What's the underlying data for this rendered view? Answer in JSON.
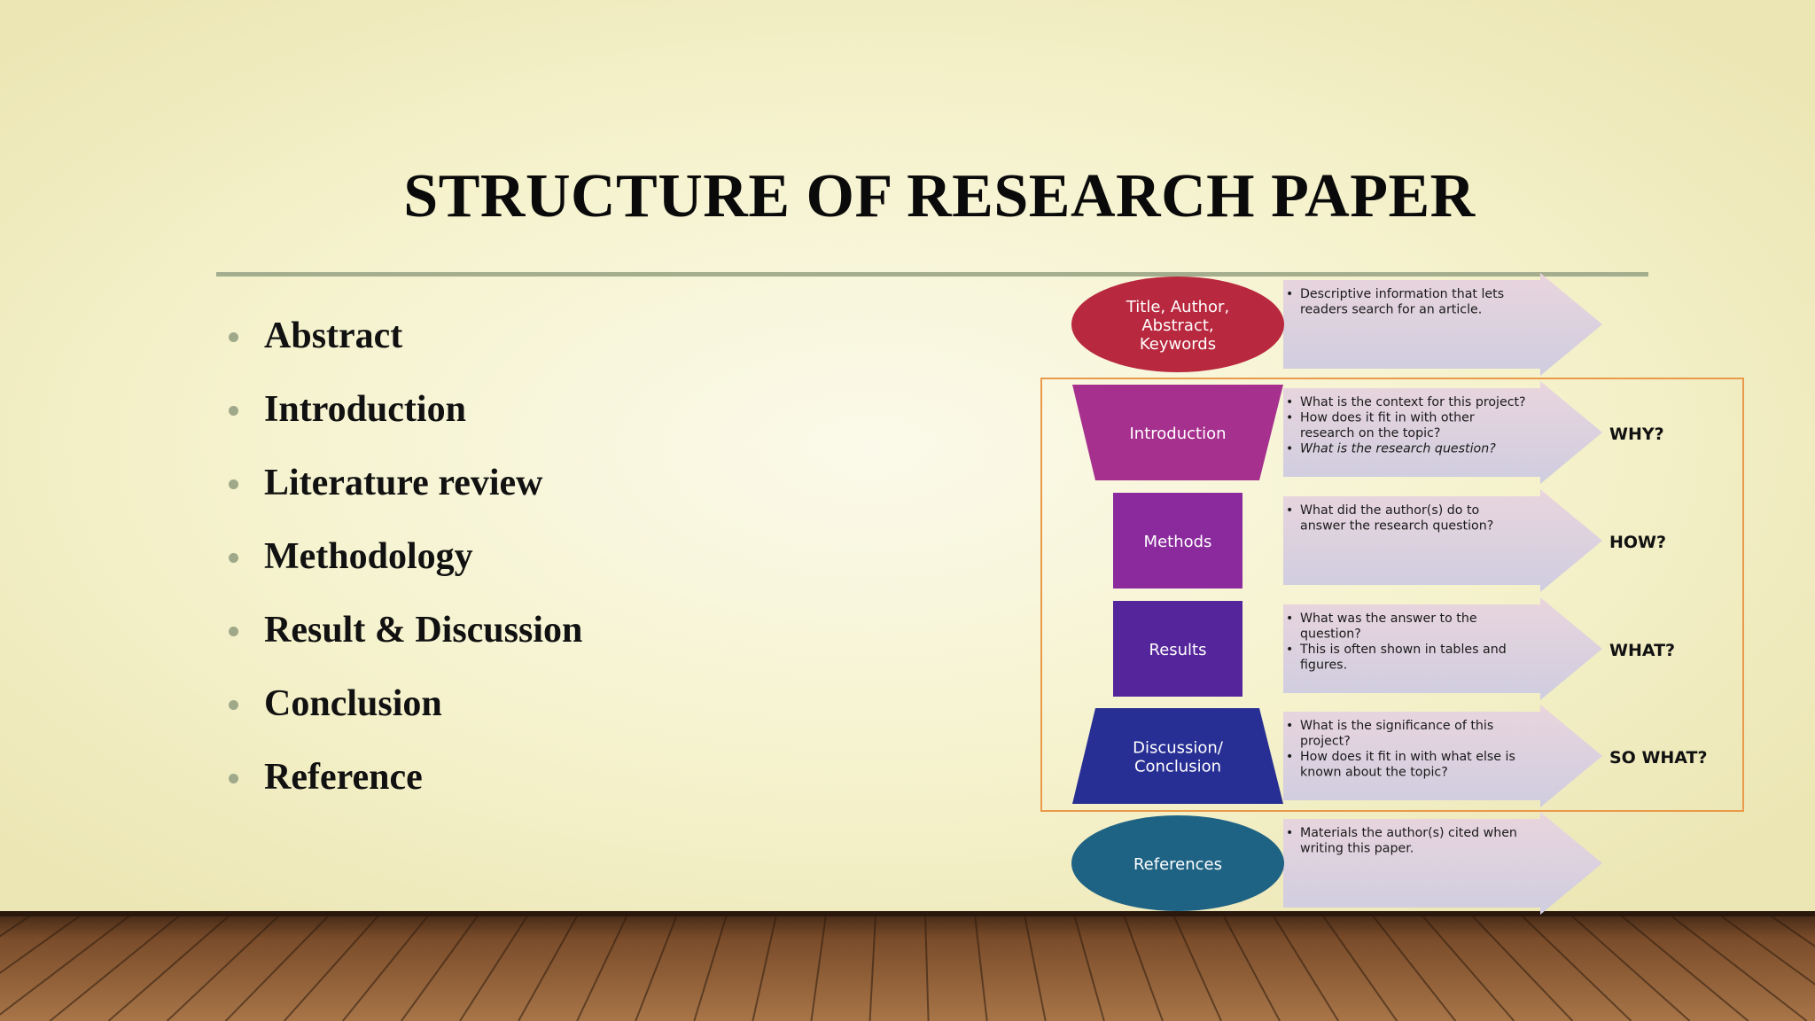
{
  "slide": {
    "title": "STRUCTURE OF RESEARCH PAPER",
    "bullets": [
      "Abstract",
      "Introduction",
      "Literature review",
      "Methodology",
      "Result & Discussion",
      "Conclusion",
      "Reference"
    ]
  },
  "diagram": {
    "sections": [
      {
        "label_lines": [
          "Title, Author,",
          "Abstract,",
          "Keywords"
        ],
        "shape": "ellipse",
        "color": "#b8283e",
        "notes": [
          {
            "lines": [
              "Descriptive information that lets",
              "readers search for an article."
            ],
            "italic": false
          }
        ],
        "question": ""
      },
      {
        "label_lines": [
          "Introduction"
        ],
        "shape": "trapezoid-down",
        "color": "#a6308e",
        "notes": [
          {
            "lines": [
              "What is the context for this project?"
            ],
            "italic": false
          },
          {
            "lines": [
              "How does it fit in with other",
              "research on the topic?"
            ],
            "italic": false
          },
          {
            "lines": [
              "What is the research question?"
            ],
            "italic": true
          }
        ],
        "question": "WHY?"
      },
      {
        "label_lines": [
          "Methods"
        ],
        "shape": "rectangle",
        "color": "#8a2a9d",
        "notes": [
          {
            "lines": [
              "What did the author(s) do to",
              "answer the research question?"
            ],
            "italic": false
          }
        ],
        "question": "HOW?"
      },
      {
        "label_lines": [
          "Results"
        ],
        "shape": "rectangle",
        "color": "#55259b",
        "notes": [
          {
            "lines": [
              "What was the answer to the",
              "question?"
            ],
            "italic": false
          },
          {
            "lines": [
              "This is often shown in tables and",
              "figures."
            ],
            "italic": false
          }
        ],
        "question": "WHAT?"
      },
      {
        "label_lines": [
          "Discussion/",
          "Conclusion"
        ],
        "shape": "trapezoid-up",
        "color": "#272f94",
        "notes": [
          {
            "lines": [
              "What is the significance of this",
              "project?"
            ],
            "italic": false
          },
          {
            "lines": [
              "How does it fit in with what else is",
              "known about the topic?"
            ],
            "italic": false
          }
        ],
        "question": "SO WHAT?"
      },
      {
        "label_lines": [
          "References"
        ],
        "shape": "ellipse",
        "color": "#1f6384",
        "notes": [
          {
            "lines": [
              "Materials the author(s) cited when",
              "writing this paper."
            ],
            "italic": false
          }
        ],
        "question": ""
      }
    ],
    "colors": {
      "frame": "#e99a4a",
      "arrow_light": "#e9d5dd",
      "arrow_dark": "#cfcde0",
      "text": "#1a1a1a"
    }
  }
}
